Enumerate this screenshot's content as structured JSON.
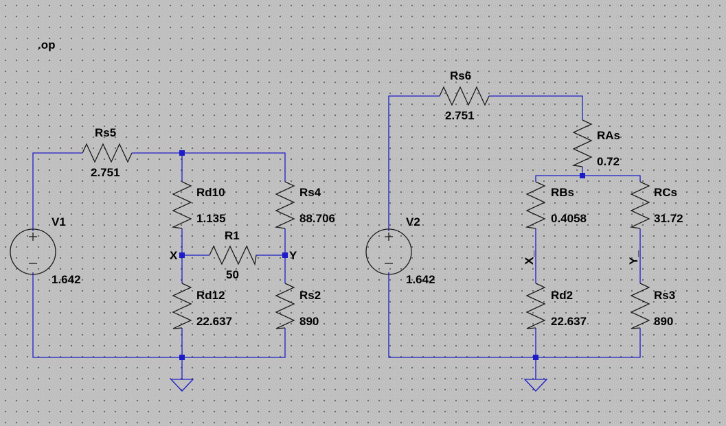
{
  "directive": ".op",
  "components": {
    "V1": {
      "name": "V1",
      "value": "1.642"
    },
    "V2": {
      "name": "V2",
      "value": "1.642"
    },
    "Rs5": {
      "name": "Rs5",
      "value": "2.751"
    },
    "Rd10": {
      "name": "Rd10",
      "value": "1.135"
    },
    "Rs4": {
      "name": "Rs4",
      "value": "88.706"
    },
    "R1": {
      "name": "R1",
      "value": "50"
    },
    "Rd12": {
      "name": "Rd12",
      "value": "22.637"
    },
    "Rs2": {
      "name": "Rs2",
      "value": "890"
    },
    "Rs6": {
      "name": "Rs6",
      "value": "2.751"
    },
    "RAs": {
      "name": "RAs",
      "value": "0.72"
    },
    "RBs": {
      "name": "RBs",
      "value": "0.4058"
    },
    "RCs": {
      "name": "RCs",
      "value": "31.72"
    },
    "Rd2": {
      "name": "Rd2",
      "value": "22.637"
    },
    "Rs3": {
      "name": "Rs3",
      "value": "890"
    }
  },
  "nets": {
    "x": "X",
    "y": "Y",
    "x_": "X_",
    "y_": "Y_"
  },
  "colors": {
    "background": "#c0c0c0",
    "wire": "#1c1cc8",
    "component": "#1a1a1a"
  }
}
